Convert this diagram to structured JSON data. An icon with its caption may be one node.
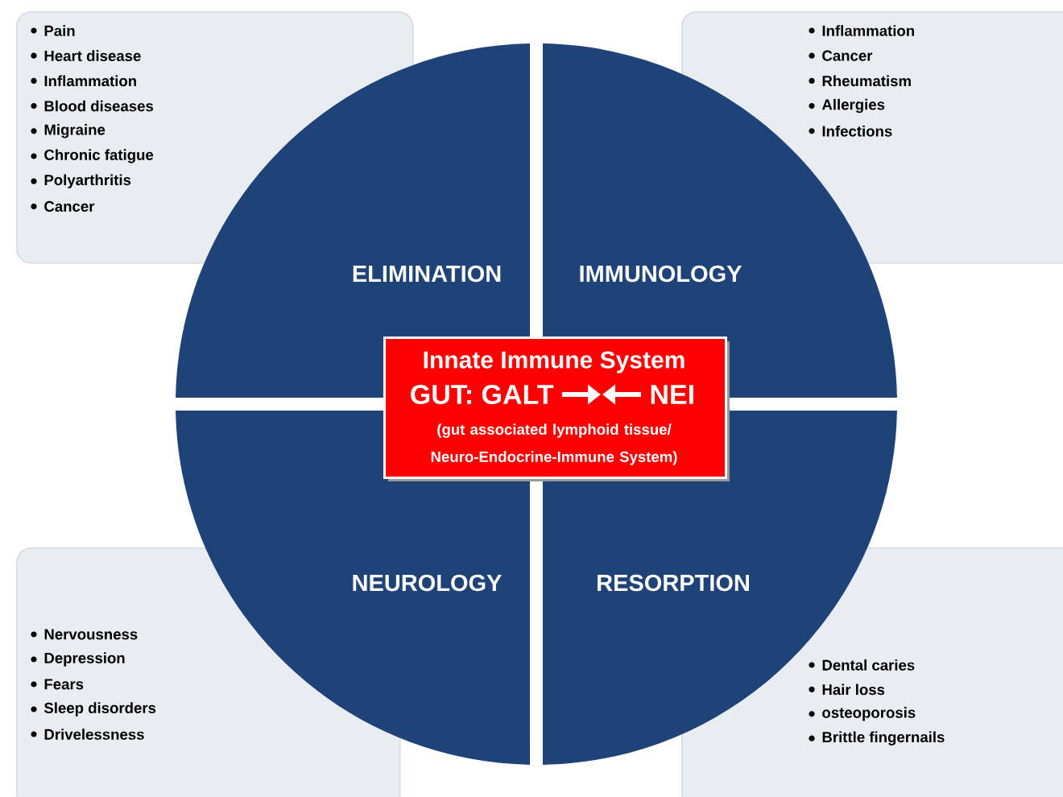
{
  "diagram": {
    "nodes": [
      {
        "text": [
          "Pain",
          "Heart disease",
          "Inflammation",
          "Blood diseases",
          "Migraine",
          "Chronic fatigue",
          "Polyarthritis",
          "Cancer"
        ]
      },
      {
        "text": [
          "Inflammation",
          "Cancer",
          "Rheumatism",
          "Allergies",
          "Infections"
        ]
      },
      {
        "text": [
          "ELIMINATION"
        ]
      },
      {
        "text": [
          "IMMUNOLOGY"
        ]
      },
      {
        "text": [
          "Innate Immune System",
          "GUT: GALT",
          "NEI",
          "(gut associated lymphoid tissue/ Neuro-Endocrine-Immune System)"
        ]
      },
      {
        "text": [
          "NEUROLOGY"
        ]
      },
      {
        "text": [
          "RESORPTION"
        ]
      },
      {
        "text": [
          "Nervousness",
          "Depression",
          "Fears",
          "Sleep disorders",
          "Drivelessness"
        ]
      },
      {
        "text": [
          "Dental caries",
          "Hair loss",
          "osteoporosis",
          "Brittle fingernails"
        ]
      }
    ]
  }
}
